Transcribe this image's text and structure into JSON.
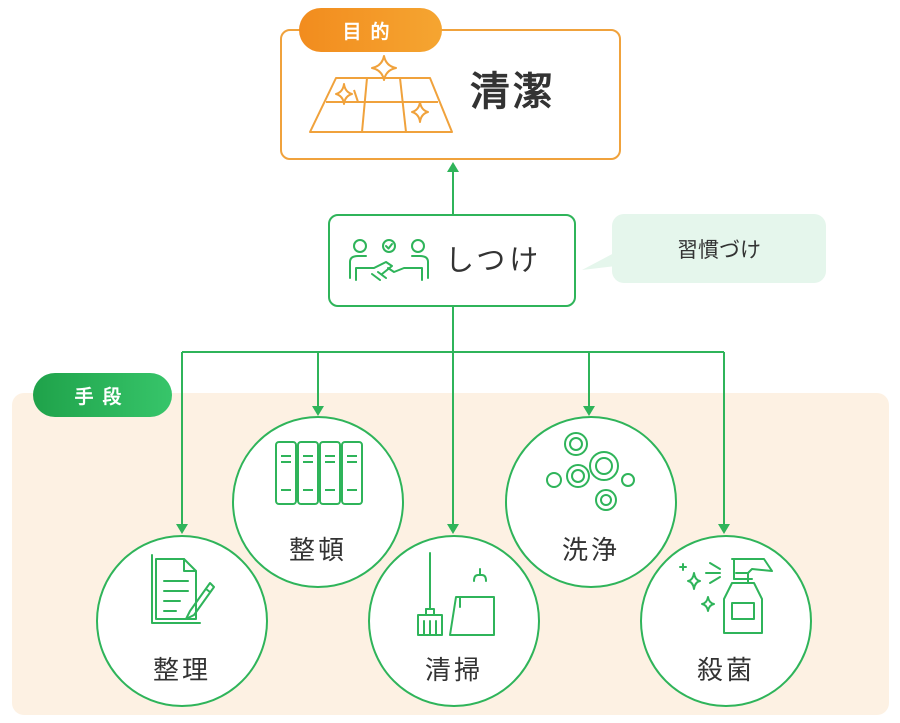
{
  "goal": {
    "badge": "目的",
    "label": "清潔",
    "icon": "floor-sparkle-icon"
  },
  "discipline": {
    "label": "しつけ",
    "icon": "handshake-people-icon",
    "note": "習慣づけ"
  },
  "means": {
    "badge": "手段",
    "items": [
      {
        "label": "整理",
        "icon": "document-pen-icon"
      },
      {
        "label": "整頓",
        "icon": "binders-icon"
      },
      {
        "label": "清掃",
        "icon": "broom-dustpan-icon"
      },
      {
        "label": "洗浄",
        "icon": "bubbles-icon"
      },
      {
        "label": "殺菌",
        "icon": "spray-bottle-icon"
      }
    ]
  },
  "colors": {
    "orange": "#f0a23c",
    "green": "#2fb45a",
    "panel": "#fdf1e3",
    "bubble": "#e5f6ec"
  }
}
